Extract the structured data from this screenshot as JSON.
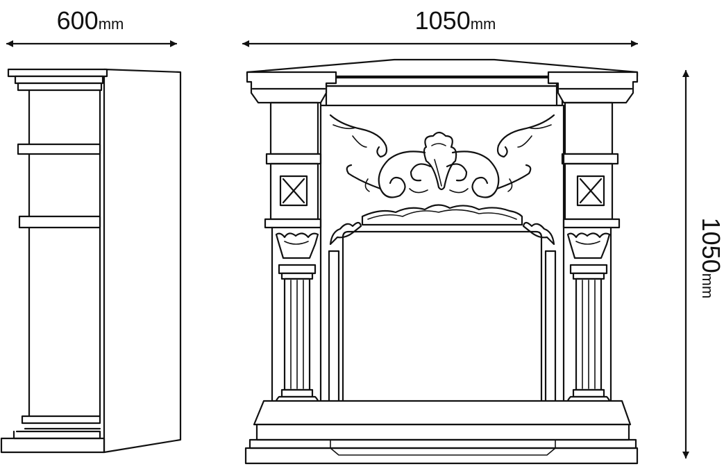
{
  "colors": {
    "line": "#111111",
    "background": "#ffffff"
  },
  "dimensions": {
    "depth": {
      "value": "600",
      "unit": "mm"
    },
    "width": {
      "value": "1050",
      "unit": "mm"
    },
    "height": {
      "value": "1050",
      "unit": "mm"
    }
  }
}
